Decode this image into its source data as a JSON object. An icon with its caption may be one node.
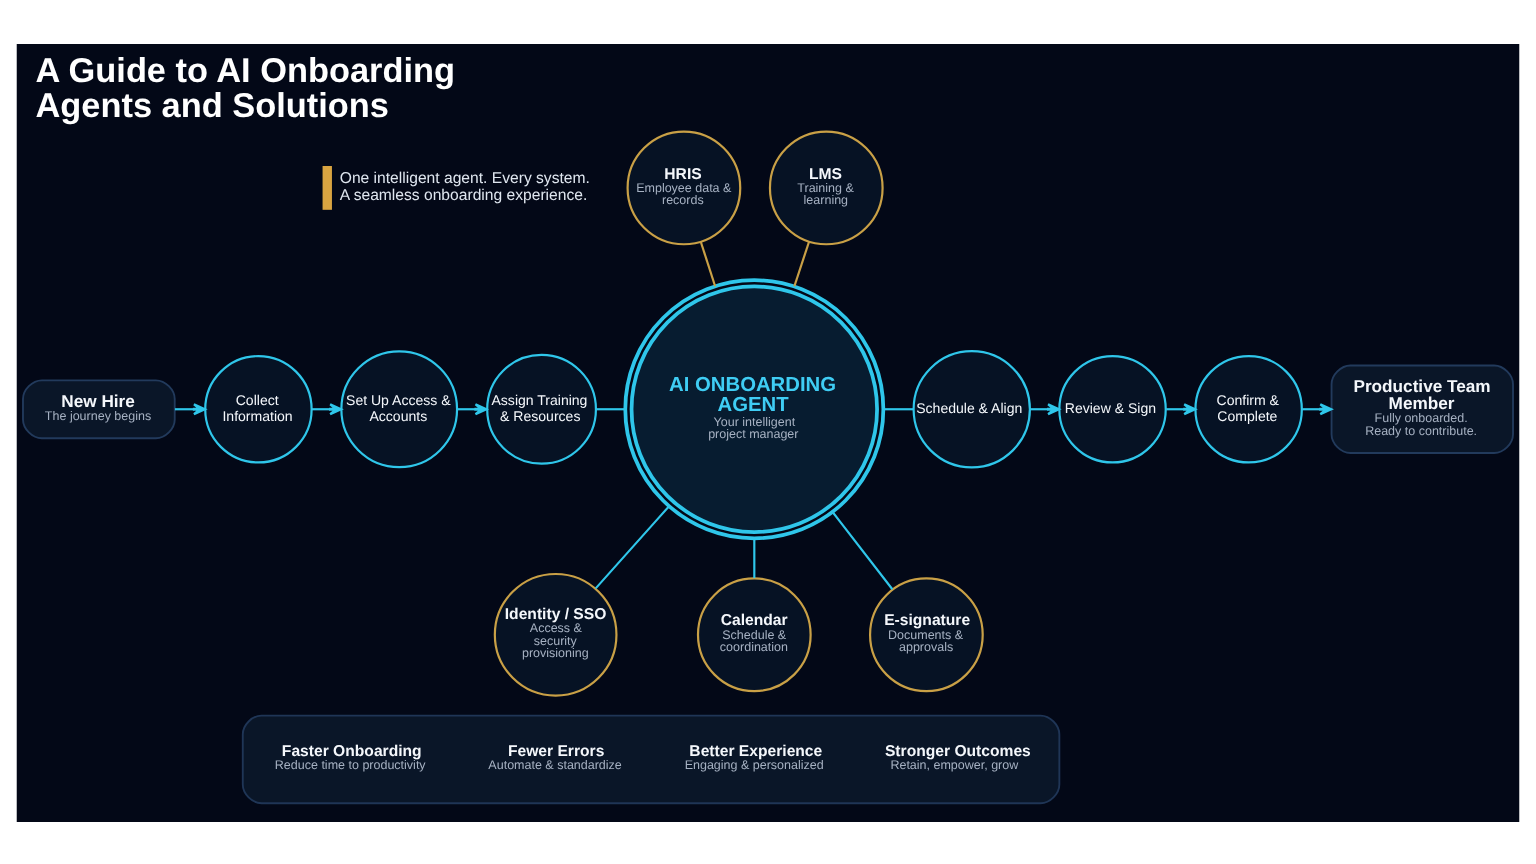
{
  "diagram": {
    "title": "A Guide to AI Onboarding Agents and Solutions",
    "nodes": [
      {
        "text": [
          "HRIS",
          "Employee data & records"
        ]
      },
      {
        "text": [
          "LMS",
          "Training & learning"
        ]
      },
      {
        "text": [
          "New Hire",
          "The journey begins"
        ]
      },
      {
        "text": [
          "Collect Information"
        ]
      },
      {
        "text": [
          "Set Up Access & Accounts"
        ]
      },
      {
        "text": [
          "Assign Training & Resources"
        ]
      },
      {
        "text": [
          "AI ONBOARDING AGENT",
          "Your intelligent project manager"
        ]
      },
      {
        "text": [
          "Schedule & Align"
        ]
      },
      {
        "text": [
          "Review & Sign"
        ]
      },
      {
        "text": [
          "Confirm & Complete"
        ]
      },
      {
        "text": [
          "Productive Team Member",
          "Fully onboarded. Ready to contribute."
        ]
      },
      {
        "text": [
          "Identity / SSO",
          "Access & security provisioning"
        ]
      },
      {
        "text": [
          "Calendar",
          "Schedule & coordination"
        ]
      },
      {
        "text": [
          "E-signature",
          "Documents & approvals"
        ]
      },
      {
        "text": [],
        "shape": "box"
      },
      {
        "text": [
          "Faster Onboarding",
          "Reduce time to productivity"
        ],
        "in": 14
      },
      {
        "text": [
          "Fewer Errors",
          "Automate & standardize"
        ],
        "in": 14
      },
      {
        "text": [
          "Better Experience",
          "Engaging & personalized"
        ],
        "in": 14
      },
      {
        "text": [
          "Stronger Outcomes",
          "Retain, empower, grow"
        ],
        "in": 14
      }
    ],
    "edges": [
      {
        "from": 2,
        "to": 3,
        "arrow": "to"
      },
      {
        "from": 3,
        "to": 4,
        "arrow": "to"
      },
      {
        "from": 4,
        "to": 5,
        "arrow": "to"
      },
      {
        "from": 5,
        "to": 6,
        "arrow": "none"
      },
      {
        "from": 6,
        "to": 7,
        "arrow": "none"
      },
      {
        "from": 7,
        "to": 8,
        "arrow": "to"
      },
      {
        "from": 8,
        "to": 9,
        "arrow": "to"
      },
      {
        "from": 9,
        "to": 10,
        "arrow": "to"
      },
      {
        "from": 0,
        "to": 6,
        "arrow": "none",
        "color": "#c9a046"
      },
      {
        "from": 1,
        "to": 6,
        "arrow": "none",
        "color": "#c9a046"
      },
      {
        "from": 6,
        "to": 11,
        "arrow": "none"
      },
      {
        "from": 6,
        "to": 12,
        "arrow": "none"
      },
      {
        "from": 6,
        "to": 13,
        "arrow": "none"
      }
    ],
    "labels": [
      "One intelligent agent. Every system. A seamless onboarding experience."
    ]
  }
}
